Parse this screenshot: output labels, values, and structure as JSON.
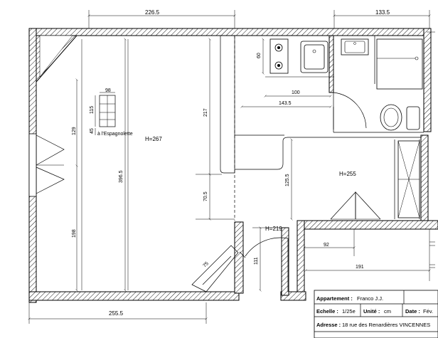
{
  "dimensions": {
    "top_left": "226.5",
    "top_right": "133.5",
    "bottom_width": "255.5",
    "left_upper": "129",
    "left_lower": "198",
    "height_total": "396.5",
    "mid_upper": "217",
    "mid_lower": "70.5",
    "kitchen_depth": "60",
    "kitchen_100": "100",
    "kitchen_143": "143.5",
    "right_125": "125.5",
    "corridor_92": "92",
    "corridor_191": "191",
    "door_111": "111",
    "door_75": "75"
  },
  "rooms": {
    "main_height": "H=267",
    "right_height": "H=255",
    "corridor_height": "H=219"
  },
  "window_detail": {
    "label": "à l'Espagnolette",
    "w": "98",
    "h": "115",
    "sill": "45"
  },
  "title_block": {
    "appartement_label": "Appartement :",
    "appartement_value": "Franco J.J.",
    "echelle_label": "Echelle :",
    "echelle_value": "1/25e",
    "unite_label": "Unité :",
    "unite_value": "cm",
    "date_label": "Date :",
    "date_value": "Fév.",
    "adresse_label": "Adresse :",
    "adresse_value": "18 rue des Renardières VINCENNES"
  }
}
